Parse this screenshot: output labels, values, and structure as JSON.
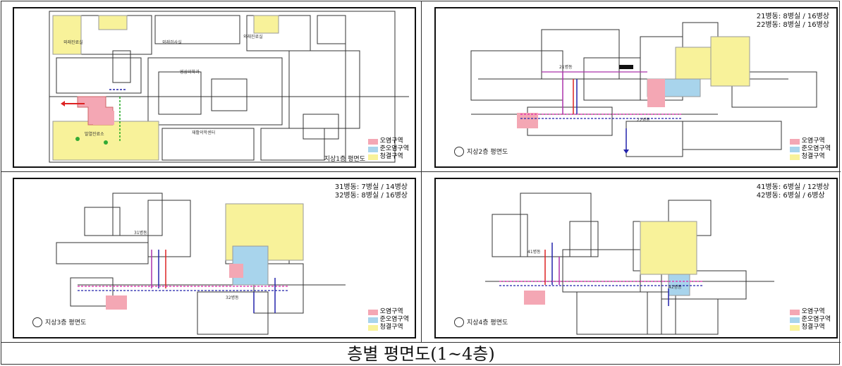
{
  "caption": "층별 평면도(1~4층)",
  "legend_colors": {
    "contaminated": "#f4a7b4",
    "semi": "#a8d4ec",
    "clean": "#f8f29a"
  },
  "panels": [
    {
      "id": "floor1",
      "floor_label": "지상1층 평면도",
      "ward_info": "",
      "legend": [
        "오염구역",
        "준오염구역",
        "청결구역"
      ]
    },
    {
      "id": "floor2",
      "floor_label": "지상2층 평면도",
      "ward_info": "21병동: 8병실 / 16병상\n22병동: 8병실 / 16병상",
      "legend": [
        "오염구역",
        "준오염구역",
        "청결구역"
      ]
    },
    {
      "id": "floor3",
      "floor_label": "지상3층 평면도",
      "ward_info": "31병동: 7병실 / 14병상\n32병동: 8병실 / 16병상",
      "legend": [
        "오염구역",
        "준오염구역",
        "청결구역"
      ]
    },
    {
      "id": "floor4",
      "floor_label": "지상4층 평면도",
      "ward_info": "41병동: 6병실 / 12병상\n42병동: 6병실 / 6병상",
      "legend": [
        "오염구역",
        "준오염구역",
        "청결구역"
      ]
    }
  ]
}
